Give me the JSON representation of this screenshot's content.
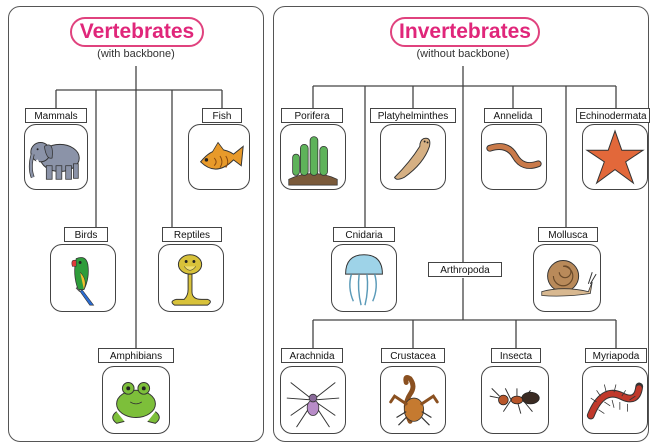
{
  "vertebrates": {
    "title": "Vertebrates",
    "subtitle": "(with backbone)",
    "groups": {
      "mammals": "Mammals",
      "fish": "Fish",
      "birds": "Birds",
      "reptiles": "Reptiles",
      "amphibians": "Amphibians"
    }
  },
  "invertebrates": {
    "title": "Invertebrates",
    "subtitle": "(without backbone)",
    "groups": {
      "porifera": "Porifera",
      "platyhelminthes": "Platyhelminthes",
      "annelida": "Annelida",
      "echinodermata": "Echinodermata",
      "cnidaria": "Cnidaria",
      "mollusca": "Mollusca",
      "arthropoda": "Arthropoda",
      "arachnida": "Arachnida",
      "crustacea": "Crustacea",
      "insecta": "Insecta",
      "myriapoda": "Myriapoda"
    }
  },
  "colors": {
    "title_accent": "#e0267a",
    "line": "#444444",
    "border": "#444444"
  },
  "icons": {
    "mammals": "elephant-icon",
    "fish": "fish-icon",
    "birds": "parrot-icon",
    "reptiles": "cobra-icon",
    "amphibians": "frog-icon",
    "porifera": "sponge-icon",
    "platyhelminthes": "flatworm-icon",
    "annelida": "earthworm-icon",
    "echinodermata": "starfish-icon",
    "cnidaria": "jellyfish-icon",
    "mollusca": "snail-icon",
    "arachnida": "spider-icon",
    "crustacea": "scorpion-icon",
    "insecta": "ant-icon",
    "myriapoda": "centipede-icon"
  }
}
